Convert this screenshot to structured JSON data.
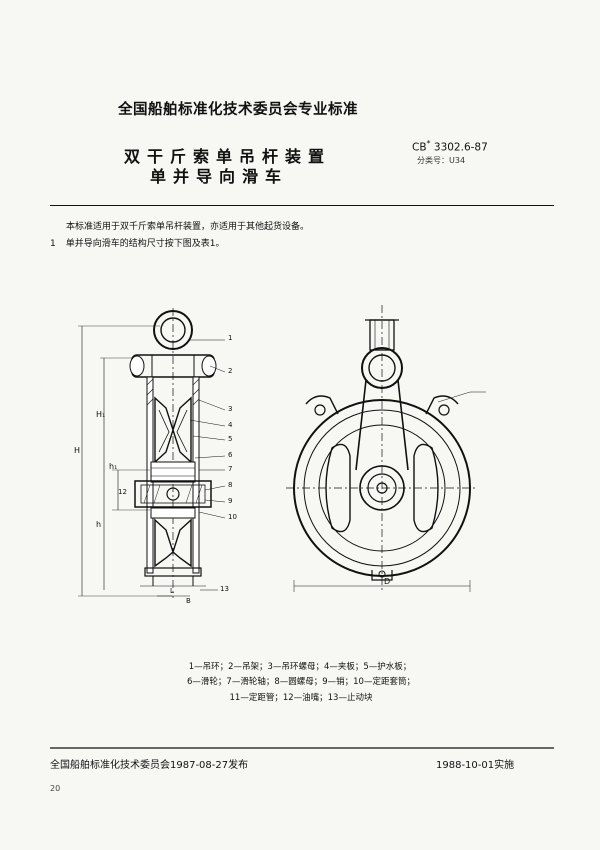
{
  "header": {
    "organization": "全国船舶标准化技术委员会专业标准",
    "title_line1": "双干斤索单吊杆装置",
    "title_line2": "单并导向滑车",
    "standard_prefix": "CB",
    "standard_sup": "*",
    "standard_number": "3302.6-87",
    "category_number": "分类号：U34"
  },
  "body": {
    "paragraph_1": "本标准适用于双千斤索单吊杆装置，亦适用于其他起货设备。",
    "item_1_number": "1",
    "item_1_text": "单并导向滑车的结构尺寸按下图及表1。"
  },
  "figure": {
    "left_callouts": [
      "1",
      "2",
      "3",
      "4",
      "5",
      "6",
      "7",
      "8",
      "9",
      "10"
    ],
    "dim_labels": [
      "H",
      "H₁",
      "h",
      "h₁",
      "12"
    ],
    "bottom_labels": [
      "L",
      "B",
      "13"
    ],
    "right_dim_label": "D"
  },
  "caption": {
    "line1": "1—吊环；2—吊架；3—吊环螺母；4—夹板；5—护水板；",
    "line2": "6—滑轮；7—滑轮轴；8—圆螺母；9—销；10—定距套筒；",
    "line3": "11—定距管；12—油嘴；13—止动块"
  },
  "footer": {
    "issued": "全国船舶标准化技术委员会1987-08-27发布",
    "effective": "1988-10-01实施",
    "page_number": "20"
  }
}
